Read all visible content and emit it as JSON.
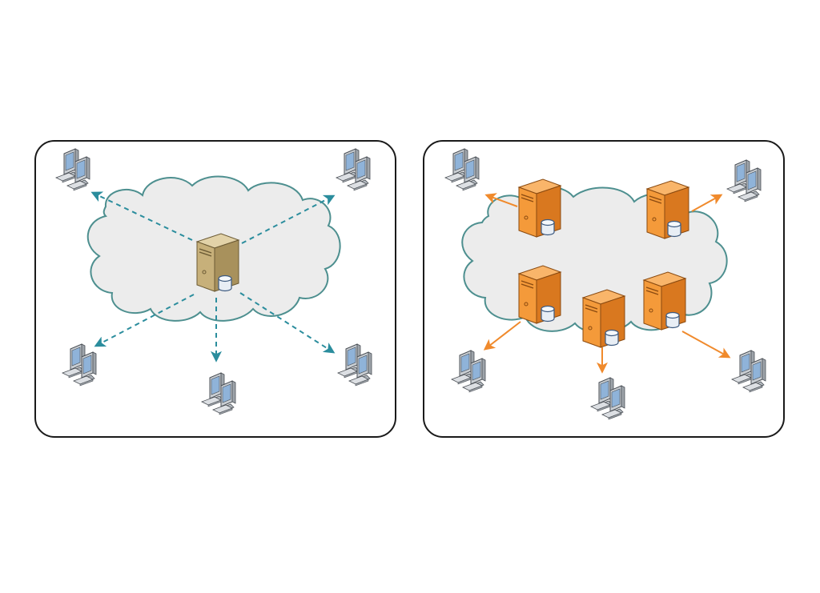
{
  "colors": {
    "panel_border": "#1a1a1a",
    "cloud_fill": "#ececec",
    "cloud_stroke": "#4d8f8f",
    "arrow_teal": "#2b8d9d",
    "arrow_orange": "#f08a2c",
    "server_beige": "#c7b07a",
    "server_beige_dark": "#9e8752",
    "server_orange": "#f49a3a",
    "server_orange_dark": "#d4731a",
    "database_fill": "#e8eef5",
    "monitor_frame": "#c9ced3",
    "monitor_screen": "#8fb3d9"
  },
  "panels": [
    {
      "name": "centralized",
      "arrow_style": "dashed",
      "server_style": "beige",
      "server_count": 1,
      "client_count": 5,
      "icons": [
        "cloud",
        "server-icon",
        "database-icon",
        "workstation-icon"
      ]
    },
    {
      "name": "distributed",
      "arrow_style": "solid",
      "server_style": "orange",
      "server_count": 5,
      "client_count": 5,
      "icons": [
        "cloud",
        "server-icon",
        "database-icon",
        "workstation-icon"
      ]
    }
  ]
}
